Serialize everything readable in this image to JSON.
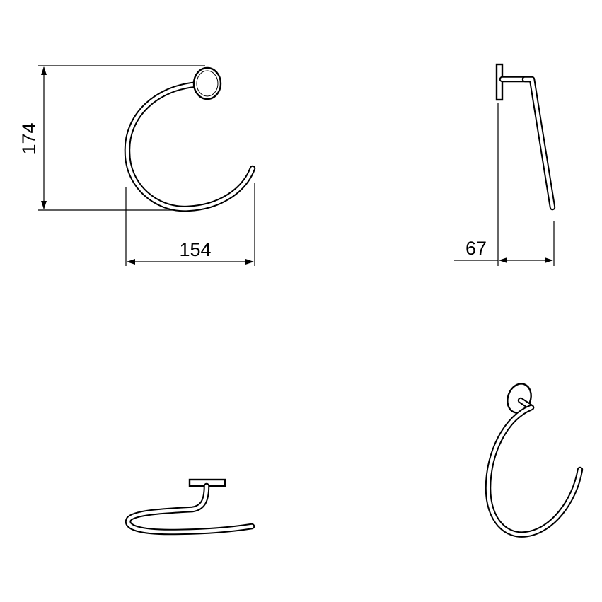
{
  "dimensions": {
    "height": "174",
    "width": "154",
    "depth": "67"
  },
  "views": [
    {
      "id": "front",
      "label": ""
    },
    {
      "id": "side",
      "label": ""
    },
    {
      "id": "top",
      "label": ""
    },
    {
      "id": "perspective",
      "label": ""
    }
  ],
  "style": {
    "line_color": "#000000",
    "background": "#ffffff"
  }
}
